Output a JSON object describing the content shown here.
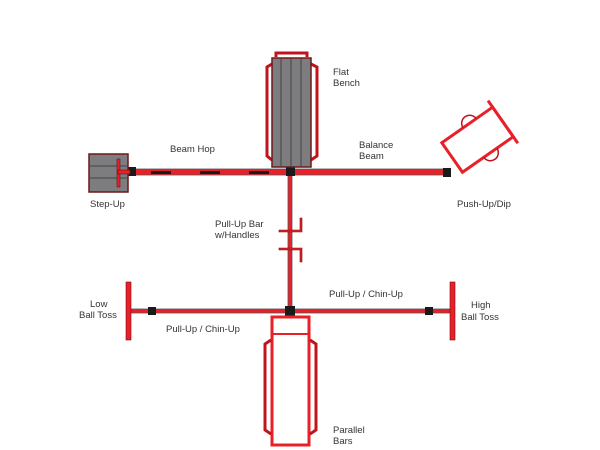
{
  "labels": {
    "flat_bench": [
      "Flat",
      "Bench"
    ],
    "beam_hop": "Beam Hop",
    "balance_beam": [
      "Balance",
      "Beam"
    ],
    "step_up": "Step-Up",
    "push_up_dip": "Push-Up/Dip",
    "pull_up_bar": [
      "Pull-Up Bar",
      "w/Handles"
    ],
    "low_ball_toss": [
      "Low",
      "Ball Toss"
    ],
    "high_ball_toss": [
      "High",
      "Ball Toss"
    ],
    "pull_up_chin_up_right": "Pull-Up / Chin-Up",
    "pull_up_chin_up_left": "Pull-Up / Chin-Up",
    "parallel_bars": [
      "Parallel",
      "Bars"
    ]
  },
  "colors": {
    "frame_red": "#e8202a",
    "bench_gray": "#7d7d80",
    "connector_black": "#1a1a1a"
  }
}
